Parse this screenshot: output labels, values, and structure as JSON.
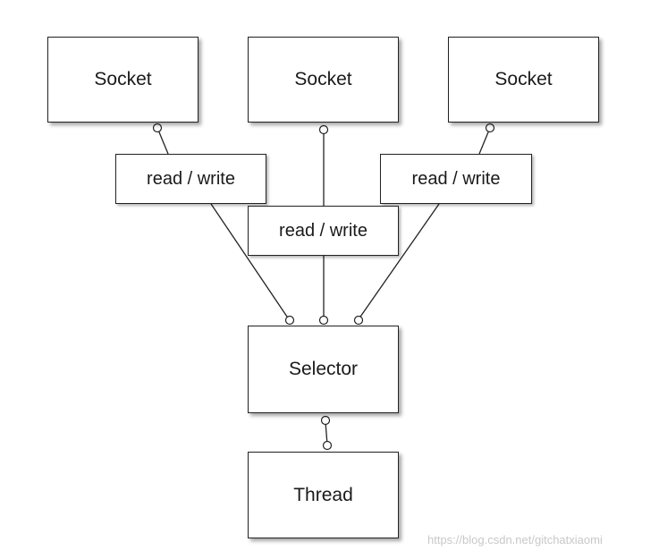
{
  "diagram": {
    "sockets": [
      {
        "label": "Socket"
      },
      {
        "label": "Socket"
      },
      {
        "label": "Socket"
      }
    ],
    "channels": [
      {
        "label": "read / write"
      },
      {
        "label": "read / write"
      },
      {
        "label": "read / write"
      }
    ],
    "selector": {
      "label": "Selector"
    },
    "thread": {
      "label": "Thread"
    }
  },
  "watermark": "https://blog.csdn.net/gitchatxiaomi",
  "colors": {
    "stroke": "#222222",
    "background": "#ffffff",
    "watermark": "#c8c8c8"
  }
}
